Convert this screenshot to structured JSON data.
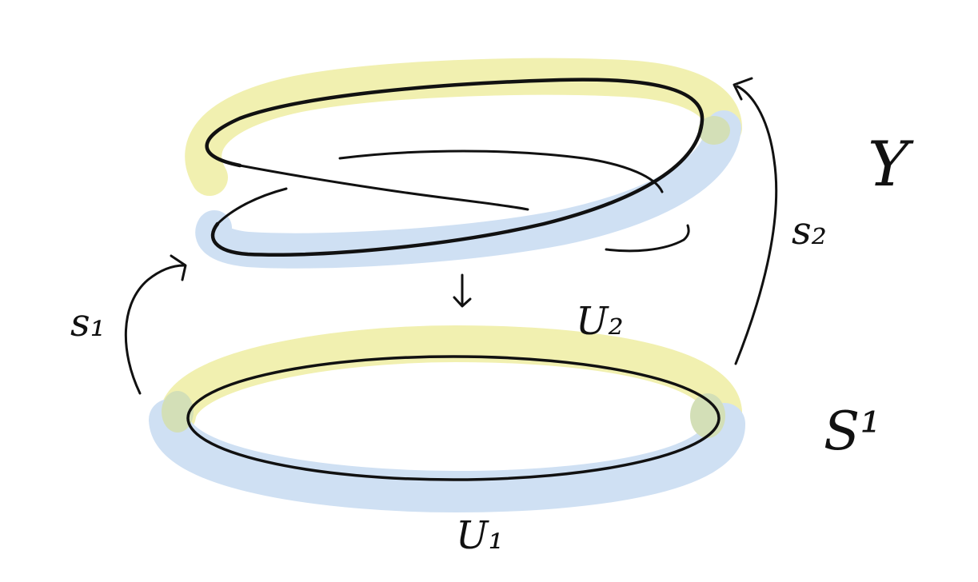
{
  "colors": {
    "ink": "#111111",
    "highlight_yellow": "#f1f0b0",
    "highlight_blue": "#cfe0f3",
    "overlap": "#d3dfb7",
    "background": "#ffffff"
  },
  "labels": {
    "covering_space": "Y",
    "base_space": "S¹",
    "open_set_1": "U₁",
    "open_set_2": "U₂",
    "section_1": "s₁",
    "section_2": "s₂"
  }
}
